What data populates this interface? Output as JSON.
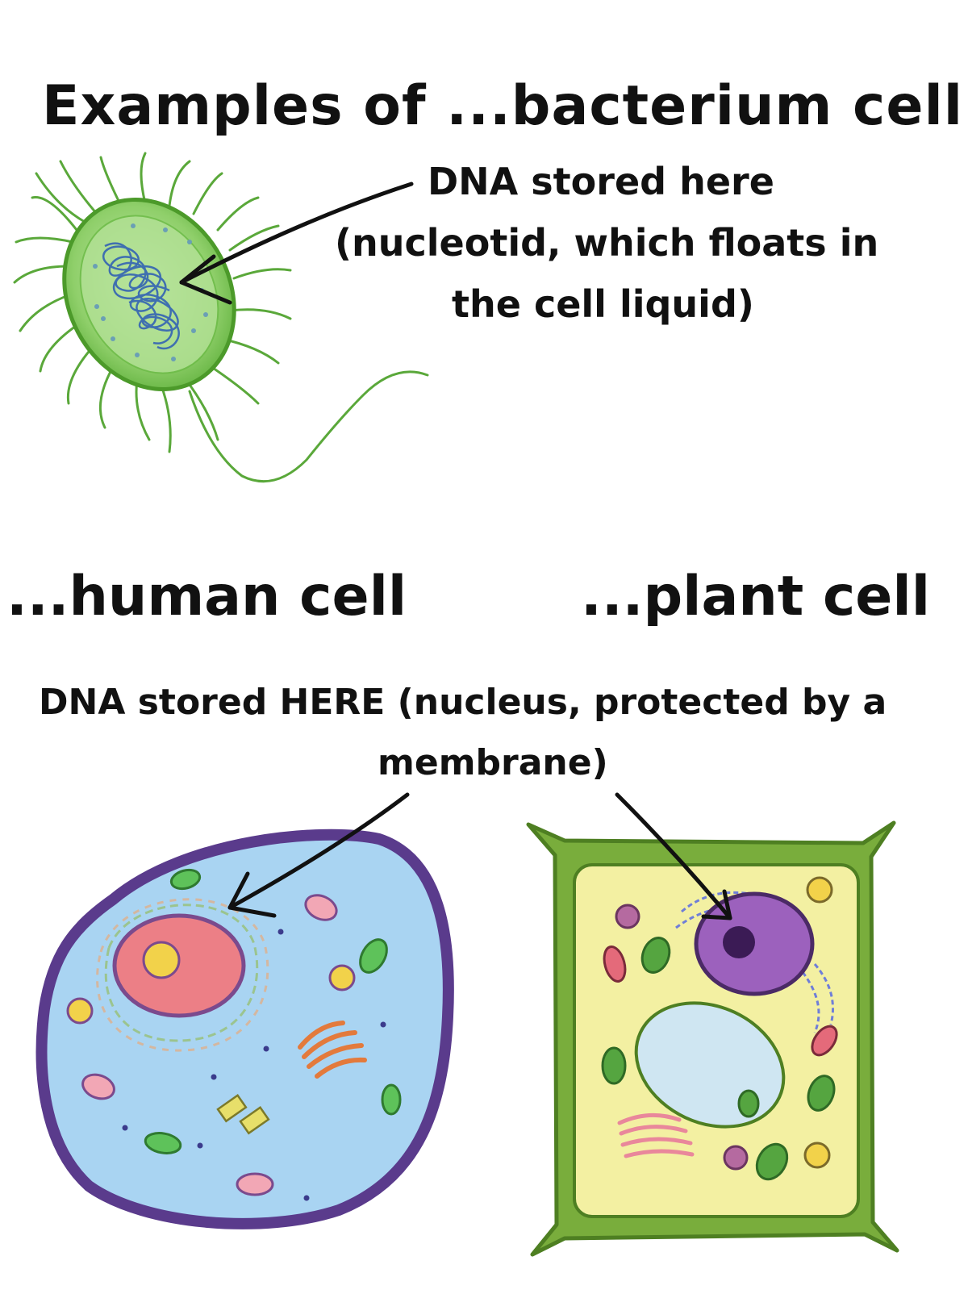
{
  "title": "Examples of ...bacterium cell",
  "bacterium": {
    "note_lines": [
      "DNA stored here",
      "(nucleotid, which floats in",
      "the cell liquid)"
    ]
  },
  "human": {
    "heading": "...human cell"
  },
  "plant": {
    "heading": "...plant cell"
  },
  "eukaryote_note": {
    "lines": [
      "DNA stored HERE (nucleus, protected by a",
      "membrane)"
    ]
  },
  "colors": {
    "bacterium_body": "#8fcf6a",
    "bacterium_outline": "#4c9a2a",
    "dna_coil": "#3f6fb0",
    "human_cytoplasm": "#a9d4f2",
    "human_membrane": "#5a3b8c",
    "human_nucleus": "#ec7f86",
    "plant_wall": "#79ad3c",
    "plant_cytoplasm": "#f3f0a2",
    "plant_nucleus": "#9c61bd",
    "plant_vacuole": "#cfe6f2",
    "chloroplast": "#55a540",
    "mitochondrion": "#e46a7a",
    "arrow": "#111111"
  }
}
